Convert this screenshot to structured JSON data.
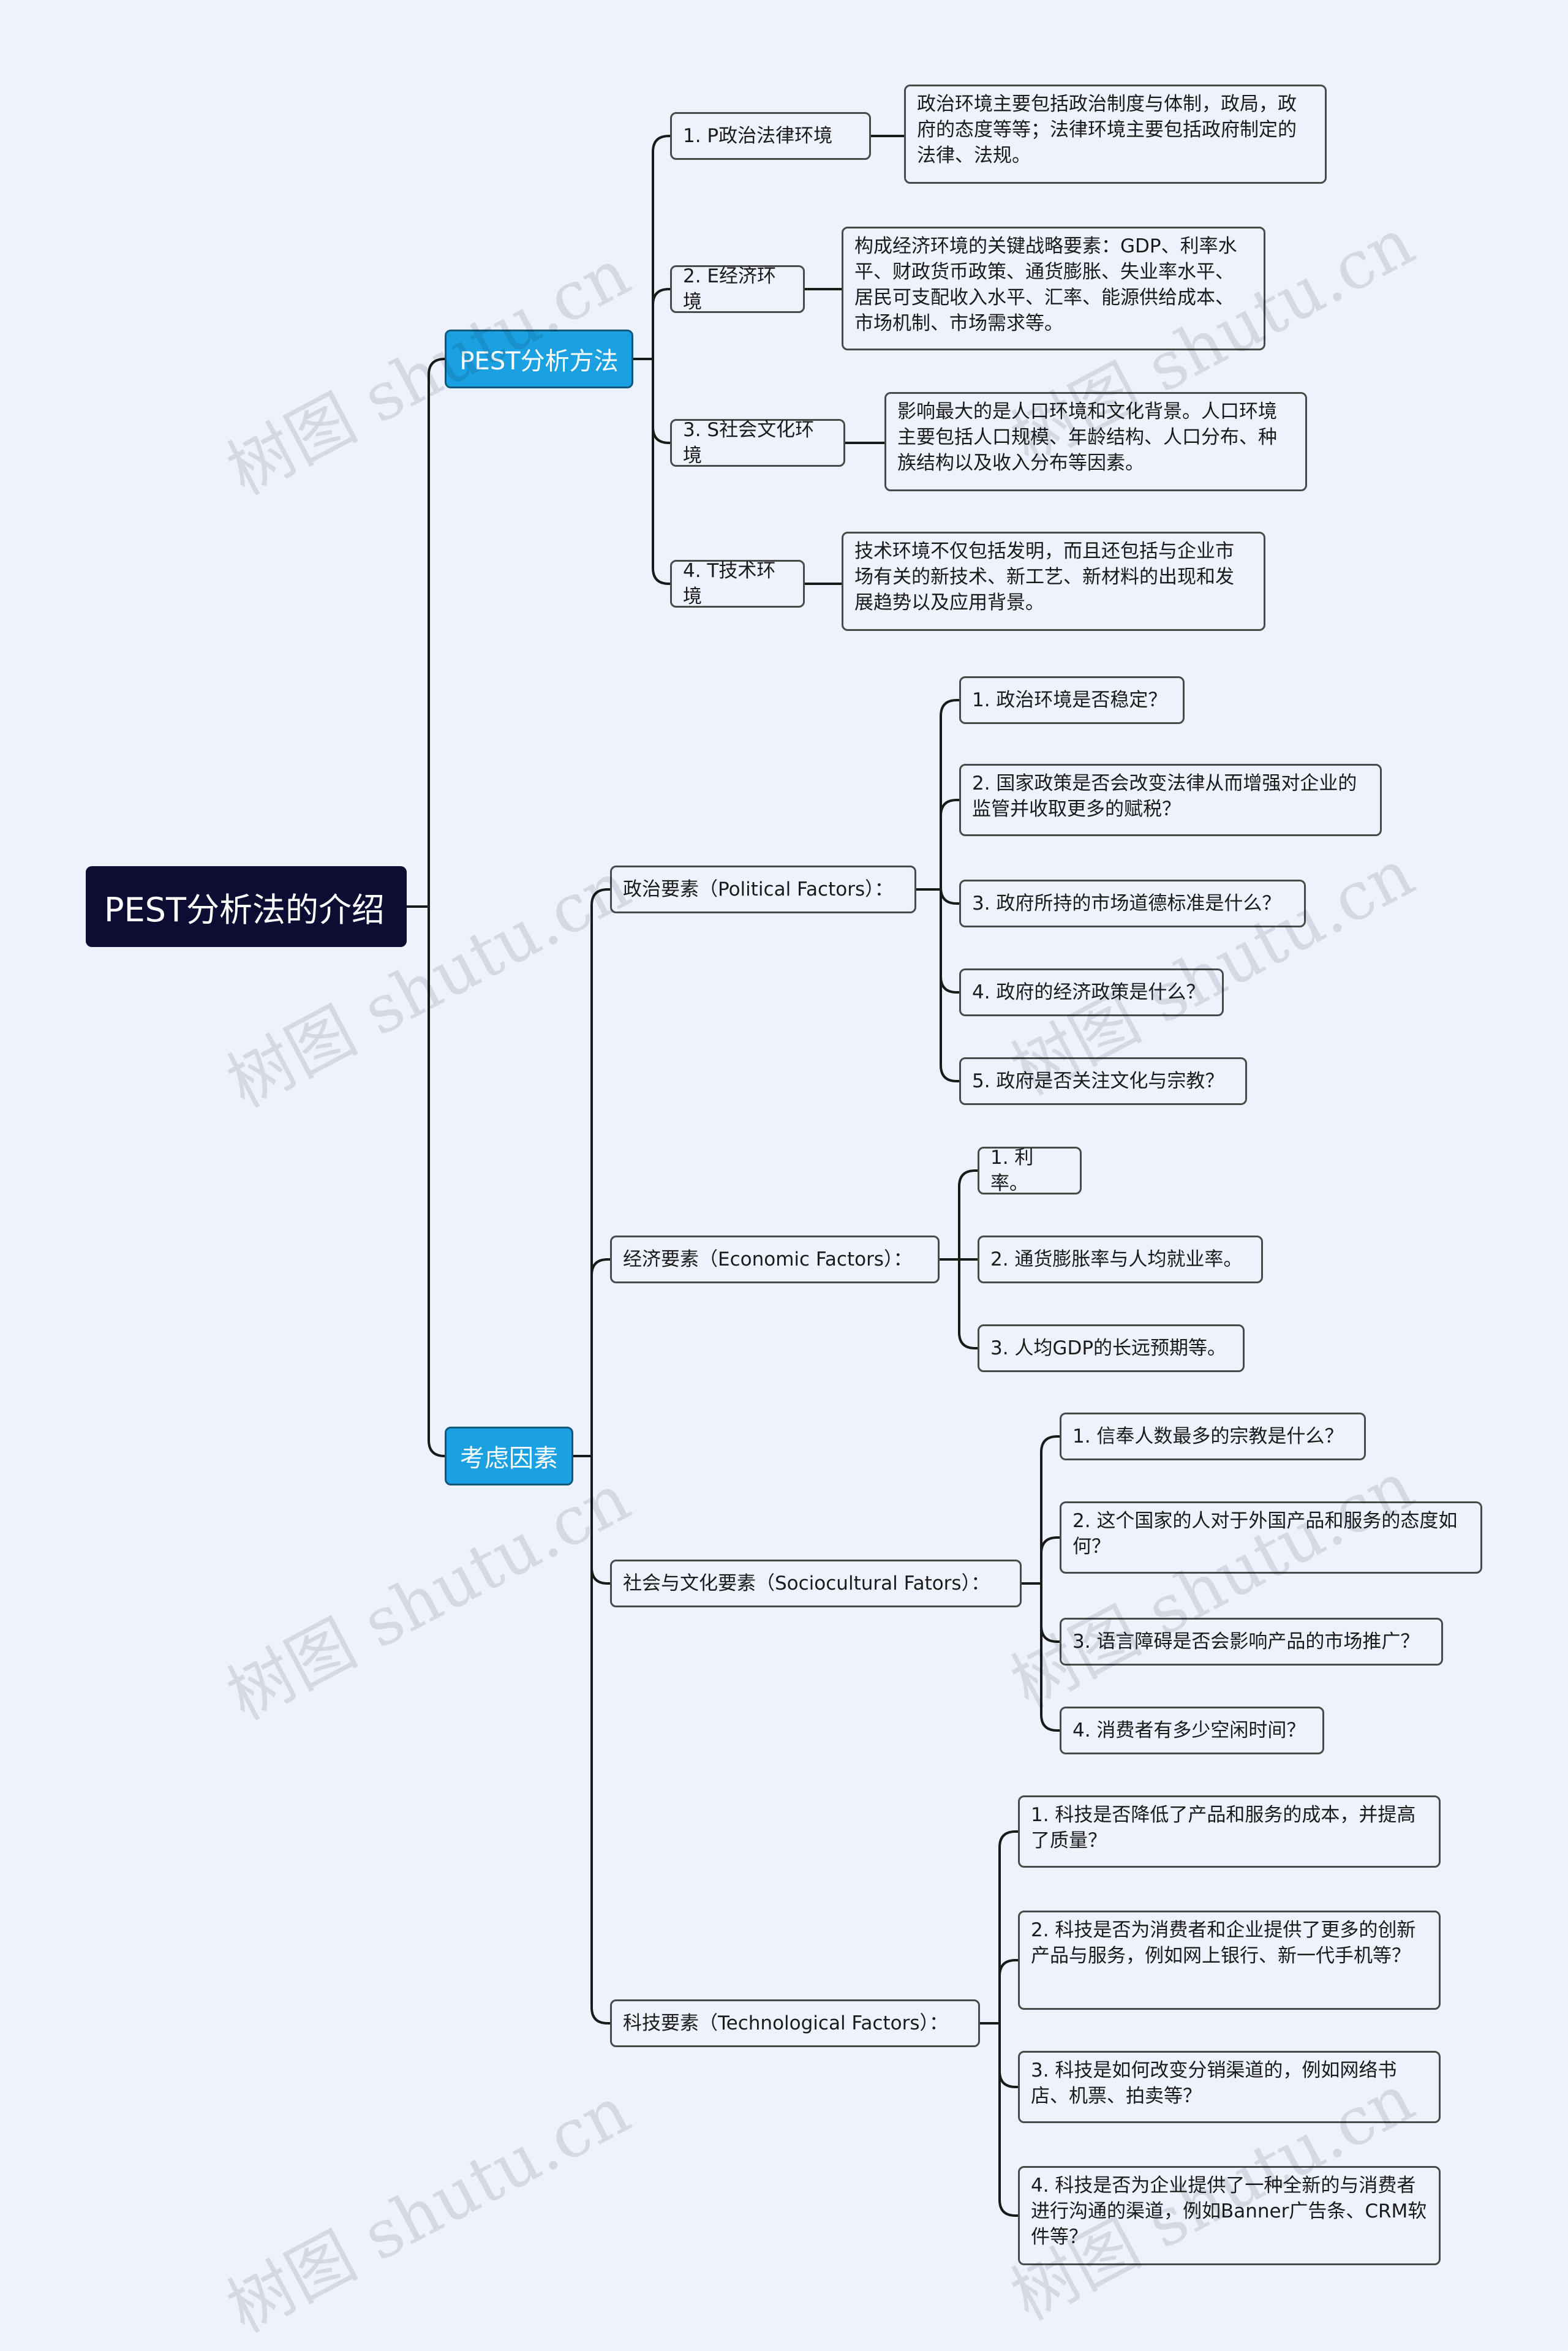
{
  "root": {
    "label": "PEST分析法的介绍"
  },
  "branch_method": {
    "label": "PEST分析方法",
    "items": [
      {
        "label": "1. P政治法律环境",
        "desc": "政治环境主要包括政治制度与体制，政局，政府的态度等等；法律环境主要包括政府制定的法律、法规。"
      },
      {
        "label": "2. E经济环境",
        "desc": "构成经济环境的关键战略要素：GDP、利率水平、财政货币政策、通货膨胀、失业率水平、居民可支配收入水平、汇率、能源供给成本、市场机制、市场需求等。"
      },
      {
        "label": "3. S社会文化环境",
        "desc": "影响最大的是人口环境和文化背景。人口环境主要包括人口规模、年龄结构、人口分布、种族结构以及收入分布等因素。"
      },
      {
        "label": "4. T技术环境",
        "desc": "技术环境不仅包括发明，而且还包括与企业市场有关的新技术、新工艺、新材料的出现和发展趋势以及应用背景。"
      }
    ]
  },
  "branch_factors": {
    "label": "考虑因素",
    "groups": [
      {
        "label": "政治要素（Political Factors）：",
        "items": [
          "1. 政治环境是否稳定？",
          "2. 国家政策是否会改变法律从而增强对企业的监管并收取更多的赋税？",
          "3. 政府所持的市场道德标准是什么？",
          "4. 政府的经济政策是什么？",
          "5. 政府是否关注文化与宗教？"
        ]
      },
      {
        "label": "经济要素（Economic Factors）：",
        "items": [
          "1. 利率。",
          "2. 通货膨胀率与人均就业率。",
          "3. 人均GDP的长远预期等。"
        ]
      },
      {
        "label": "社会与文化要素（Sociocultural Fators）：",
        "items": [
          "1. 信奉人数最多的宗教是什么？",
          "2. 这个国家的人对于外国产品和服务的态度如何？",
          "3. 语言障碍是否会影响产品的市场推广？",
          "4. 消费者有多少空闲时间？"
        ]
      },
      {
        "label": "科技要素（Technological Factors）：",
        "items": [
          "1. 科技是否降低了产品和服务的成本，并提高了质量？",
          "2. 科技是否为消费者和企业提供了更多的创新产品与服务，例如网上银行、新一代手机等？",
          "3. 科技是如何改变分销渠道的，例如网络书店、机票、拍卖等？",
          "4. 科技是否为企业提供了一种全新的与消费者进行沟通的渠道，例如Banner广告条、CRM软件等？"
        ]
      }
    ]
  },
  "watermark": "树图 shutu.cn",
  "colors": {
    "background": "#edf2fd",
    "root": "#0d0c33",
    "branch": "#1ba1e2",
    "line": "#1a1a1a"
  }
}
